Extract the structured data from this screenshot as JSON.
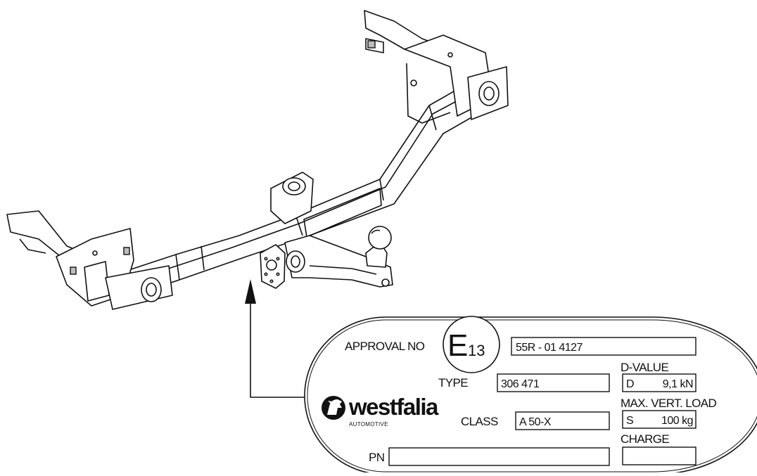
{
  "plate": {
    "approval_label": "APPROVAL NO",
    "e_mark_letter": "E",
    "e_mark_number": "13",
    "approval_number": "55R - 01 4127",
    "type_label": "TYPE",
    "type_value": "306 471",
    "class_label": "CLASS",
    "class_value": "A 50-X",
    "pn_label": "PN",
    "pn_value": "",
    "d_value_label": "D-VALUE",
    "d_code": "D",
    "d_value": "9,1 kN",
    "vert_load_label": "MAX. VERT. LOAD",
    "s_code": "S",
    "s_value": "100 kg",
    "charge_label": "CHARGE",
    "charge_value": ""
  },
  "brand": {
    "name": "westfalia",
    "tagline": "AUTOMOTIVE",
    "logo_icon": "horse-icon"
  },
  "colors": {
    "line": "#111111",
    "background": "#ffffff"
  }
}
